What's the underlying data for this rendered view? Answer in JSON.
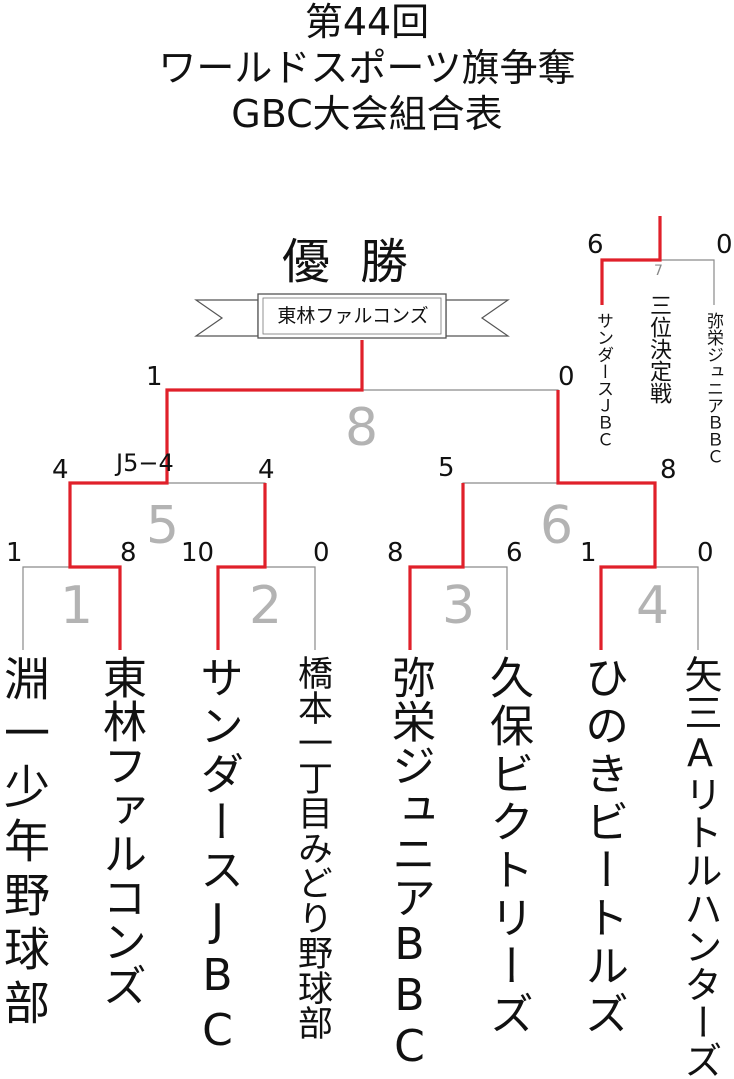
{
  "title": {
    "line1": "第44回",
    "line2": "ワールドスポーツ旗争奪",
    "line3": "GBC大会組合表"
  },
  "champion": {
    "label": "優勝",
    "team": "東林ファルコンズ"
  },
  "teams": [
    "淵一少年野球部",
    "東林ファルコンズ",
    "サンダースJBC",
    "橋本一丁目みどり野球部",
    "弥栄ジュニアBBC",
    "久保ビクトリーズ",
    "ひのきビートルズ",
    "矢三Aリトルハンターズ"
  ],
  "games": [
    {
      "no": "1",
      "left_score": "1",
      "right_score": "8"
    },
    {
      "no": "2",
      "left_score": "10",
      "right_score": "0"
    },
    {
      "no": "3",
      "left_score": "8",
      "right_score": "6"
    },
    {
      "no": "4",
      "left_score": "1",
      "right_score": "0"
    },
    {
      "no": "5",
      "left_score": "4",
      "right_score": "4",
      "tiebreak": "J5−4"
    },
    {
      "no": "6",
      "left_score": "5",
      "right_score": "8"
    },
    {
      "no": "8",
      "left_score": "1",
      "right_score": "0"
    }
  ],
  "third_place": {
    "label": "三位決定戦",
    "game_no": "7",
    "left_team": "サンダースＪＢＣ",
    "right_team": "弥栄ジュニアＢＢＣ",
    "left_score": "6",
    "right_score": "0"
  },
  "colors": {
    "win_line": "#e0202a",
    "bracket_line": "#8a8a8a",
    "game_number": "#b3b3b3"
  }
}
